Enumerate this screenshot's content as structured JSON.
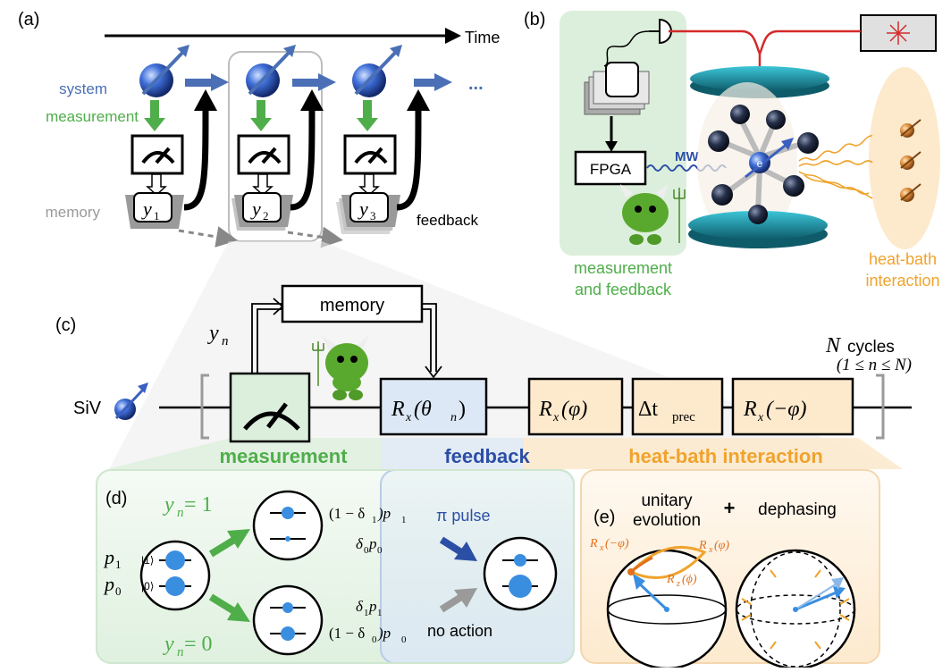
{
  "panels": {
    "a": "(a)",
    "b": "(b)",
    "c": "(c)",
    "d": "(d)",
    "e": "(e)"
  },
  "panel_a": {
    "time": "Time",
    "system": "system",
    "measurement": "measurement",
    "memory": "memory",
    "feedback": "feedback",
    "ellipsis": "...",
    "y1": "y",
    "y1_sub": "1",
    "y2": "y",
    "y2_sub": "2",
    "y3": "y",
    "y3_sub": "3"
  },
  "panel_b": {
    "fpga": "FPGA",
    "mw": "MW",
    "electron": "e",
    "measurement_line1": "measurement",
    "measurement_line2": "and feedback",
    "heatbath_line1": "heat-bath",
    "heatbath_line2": "interaction"
  },
  "panel_c": {
    "memory": "memory",
    "yn": "y",
    "yn_sub": "n",
    "siv": "SiV",
    "n_cycles_N": "N",
    "n_cycles": "cycles",
    "n_range": "(1 ≤ n ≤ N)",
    "rx_theta": "R",
    "rx_theta_arg": "(θ",
    "rx_theta_sub": "x",
    "rx_theta_nsub": "n",
    "rx_phi": "R",
    "rx_phi_arg": "(φ)",
    "dt": "Δt",
    "dt_sub": "prec",
    "rx_mphi": "R",
    "rx_mphi_arg": "(−φ)",
    "label_measurement": "measurement",
    "label_feedback": "feedback",
    "label_heatbath": "heat-bath interaction"
  },
  "panel_d": {
    "yn1": "y",
    "yn1_rest": " = 1",
    "yn0": "y",
    "yn0_rest": " = 0",
    "p1": "p",
    "p0": "p",
    "ket1": "|1⟩",
    "ket0": "|0⟩",
    "top_a": "(1 − δ",
    "top_a_rest": ")p",
    "top_b": "δ",
    "top_b_rest": "p",
    "bot_a": "δ",
    "bot_a_rest": "p",
    "bot_b": "(1 − δ",
    "bot_b_rest": ")p",
    "pi_pulse": "π pulse",
    "no_action": "no action"
  },
  "panel_e": {
    "unitary1": "unitary",
    "unitary2": "evolution",
    "plus": "+",
    "dephasing": "dephasing",
    "r_minus_phi": "R",
    "r_minus_phi_arg": "(−φ)",
    "r_phi": "R",
    "r_phi_arg": "(φ)",
    "r_z": "R",
    "r_z_arg": "(ϕ)"
  },
  "colors": {
    "blue": "#4a6fb5",
    "green": "#4fae4a",
    "orange": "#f0a32c",
    "gray": "#9a9a9a",
    "light_green": "#dcefdc",
    "light_blue": "#dce8f5",
    "light_orange": "#fde9cc",
    "red": "#d42a2a"
  }
}
